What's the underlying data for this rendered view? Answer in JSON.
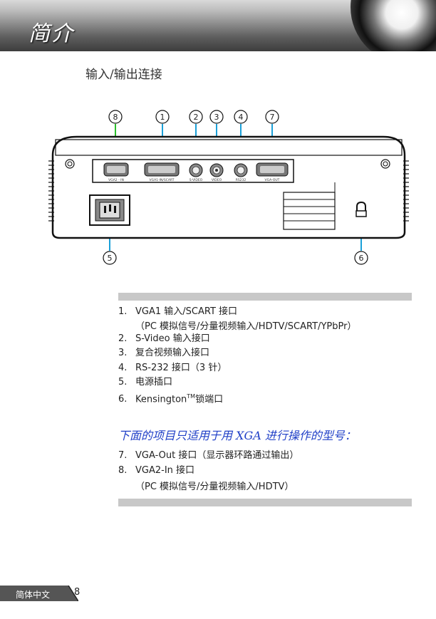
{
  "header": {
    "title": "简介"
  },
  "section": {
    "title": "输入/输出连接"
  },
  "diagram": {
    "callouts": [
      "8",
      "1",
      "2",
      "3",
      "4",
      "7",
      "5",
      "6"
    ],
    "port_labels": [
      "VGA2 - IN",
      "VGA1-IN/SCART",
      "S-VIDEO",
      "VIDEO",
      "RS232",
      "VGA-OUT"
    ]
  },
  "list": [
    {
      "num": "1.",
      "text": "VGA1 输入/SCART 接口"
    },
    {
      "num": "2.",
      "text": "S-Video 输入接口"
    },
    {
      "num": "3.",
      "text": "复合视频输入接口"
    },
    {
      "num": "4.",
      "text": "RS-232 接口（3 针）"
    },
    {
      "num": "5.",
      "text": "电源插口"
    },
    {
      "num": "6.",
      "text": "Kensington",
      "sup": "TM",
      "suffix": "锁端口"
    }
  ],
  "list_sub1": "（PC 模拟信号/分量视频输入/HDTV/SCART/YPbPr）",
  "notice": "下面的项目只适用于用 XGA 进行操作的型号：",
  "list2": [
    {
      "num": "7.",
      "text": "VGA-Out 接口（显示器环路通过输出）"
    },
    {
      "num": "8.",
      "text": "VGA2-In 接口"
    }
  ],
  "list2_sub": "（PC 模拟信号/分量视频输入/HDTV）",
  "footer": {
    "language": "简体中文",
    "page": "8"
  }
}
